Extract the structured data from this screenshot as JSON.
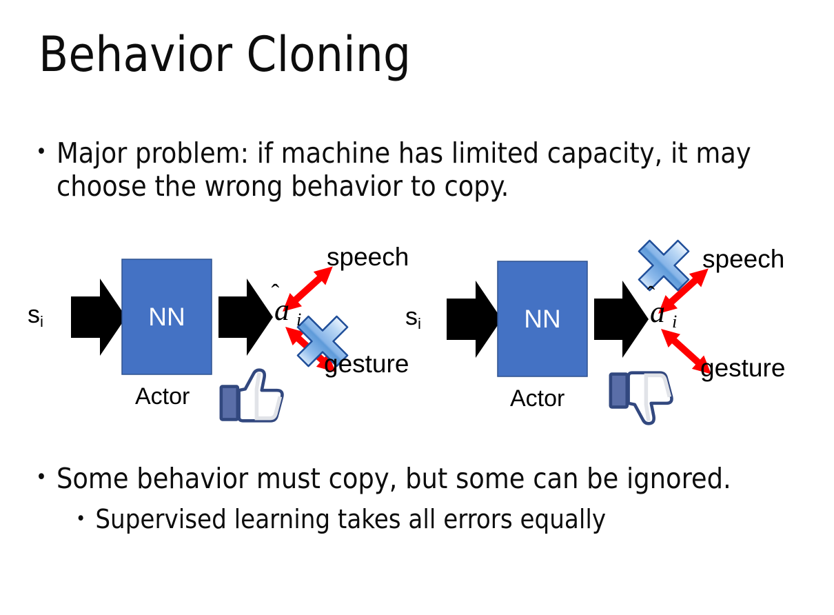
{
  "slide": {
    "title": "Behavior Cloning",
    "background_color": "#FFFFFF",
    "text_color": "#0D0D0D"
  },
  "bullets": [
    {
      "level": 1,
      "marker": "•",
      "text": "Major problem: if machine has limited capacity, it may choose the wrong behavior to copy."
    },
    {
      "level": 1,
      "marker": "•",
      "text": "Some behavior must copy, but some can be ignored."
    },
    {
      "level": 2,
      "marker": "•",
      "text": "Supervised learning takes all errors equally"
    }
  ],
  "colors": {
    "nn_box_fill": "#4472C4",
    "nn_box_border": "#2F528F",
    "nn_text": "#FFFFFF",
    "arrow_black": "#000000",
    "arrow_red": "#FF0000",
    "cross_blue_light": "#DCE9F8",
    "cross_blue_mid": "#7FB0E8",
    "cross_blue_dark": "#2E6FBF",
    "cross_outline": "#1F4E99",
    "thumb_outline": "#3B5998",
    "thumb_cuff": "#5A6EA8",
    "thumb_fill": "#FFFFFF",
    "thumb_shade": "#E4E6EB"
  },
  "diagram_left": {
    "name": "good-case",
    "input_label": "s",
    "input_subscript": "i",
    "box_label": "NN",
    "box_caption": "Actor",
    "output_label": "a",
    "output_subscript": "i",
    "output_hat": true,
    "branch_top": "speech",
    "branch_bottom": "gesture",
    "crossed_branch": "gesture",
    "feedback_icon": "thumbs-up-icon"
  },
  "diagram_right": {
    "name": "bad-case",
    "input_label": "s",
    "input_subscript": "i",
    "box_label": "NN",
    "box_caption": "Actor",
    "output_label": "a",
    "output_subscript": "i",
    "output_hat": true,
    "branch_top": "speech",
    "branch_bottom": "gesture",
    "crossed_branch": "speech",
    "feedback_icon": "thumbs-down-icon"
  }
}
